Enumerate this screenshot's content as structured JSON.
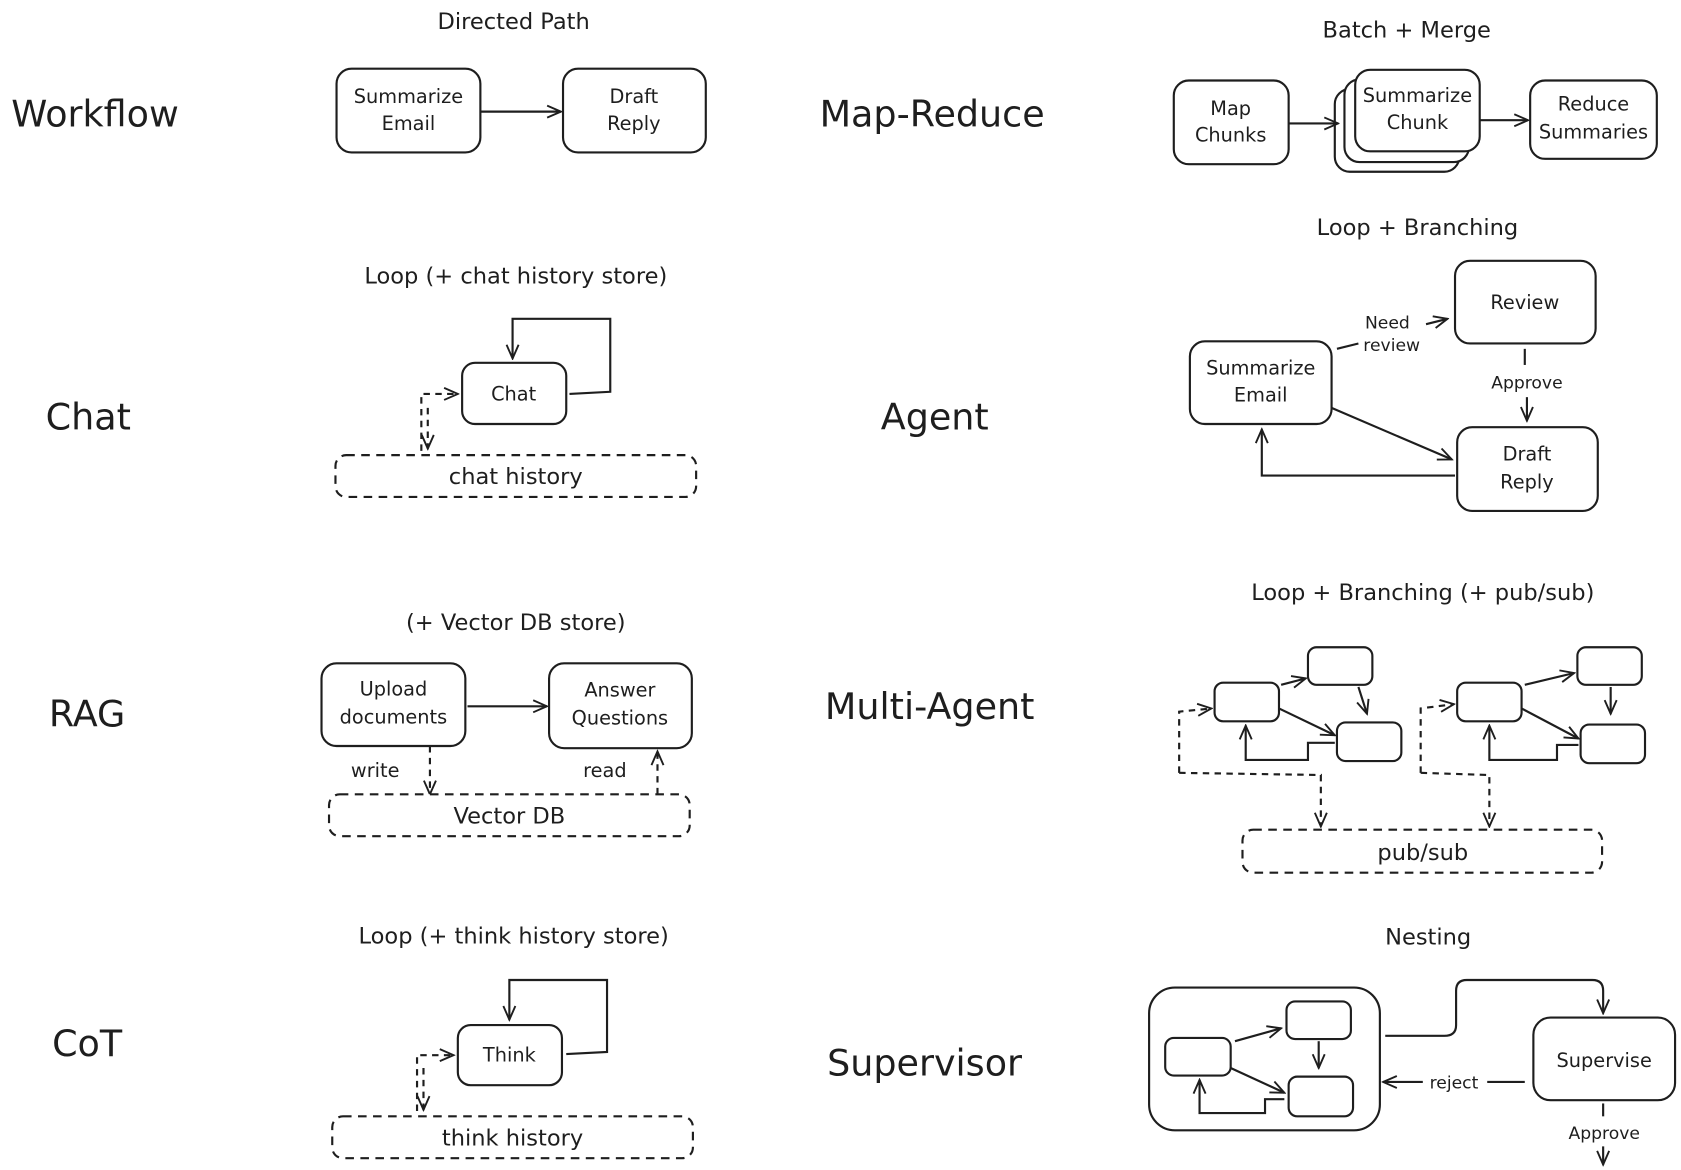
{
  "rows": {
    "workflow": {
      "label": "Workflow",
      "title": "Directed Path",
      "nodes": [
        "Summarize",
        "Email",
        "Draft",
        "Reply"
      ]
    },
    "map_reduce": {
      "label": "Map-Reduce",
      "title": "Batch + Merge",
      "nodes": [
        "Map",
        "Chunks",
        "Summarize",
        "Chunk",
        "Reduce",
        "Summaries"
      ]
    },
    "chat": {
      "label": "Chat",
      "title": "Loop (+ chat history store)",
      "node": "Chat",
      "store": "chat history"
    },
    "agent": {
      "label": "Agent",
      "title": "Loop + Branching",
      "nodes": [
        "Summarize",
        "Email",
        "Review",
        "Draft",
        "Reply"
      ],
      "edge_need_review": [
        "Need",
        "review"
      ],
      "edge_approve": "Approve"
    },
    "rag": {
      "label": "RAG",
      "title": "(+ Vector DB store)",
      "nodes": [
        "Upload",
        "documents",
        "Answer",
        "Questions"
      ],
      "write": "write",
      "read": "read",
      "store": "Vector DB"
    },
    "multi_agent": {
      "label": "Multi-Agent",
      "title": "Loop + Branching (+ pub/sub)",
      "store": "pub/sub"
    },
    "cot": {
      "label": "CoT",
      "title": "Loop (+ think history store)",
      "node": "Think",
      "store": "think history"
    },
    "supervisor": {
      "label": "Supervisor",
      "title": "Nesting",
      "node": "Supervise",
      "reject": "reject",
      "approve": "Approve"
    }
  },
  "colors": {
    "stroke": "#1e1e1e",
    "background": "#ffffff"
  }
}
